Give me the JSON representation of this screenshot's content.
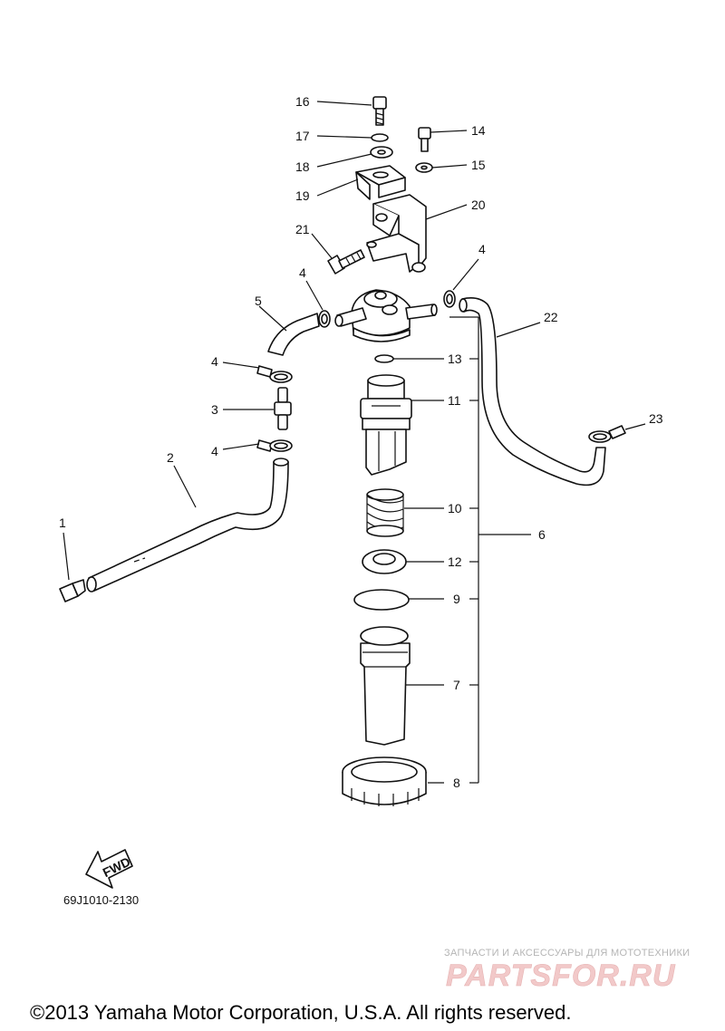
{
  "callouts": [
    "1",
    "2",
    "3",
    "4",
    "4",
    "4",
    "4",
    "5",
    "6",
    "7",
    "8",
    "9",
    "10",
    "11",
    "12",
    "13",
    "14",
    "15",
    "16",
    "17",
    "18",
    "19",
    "20",
    "21",
    "22",
    "23"
  ],
  "fwd_label": "FWD",
  "diagram_code": "69J1010-2130",
  "watermark": {
    "tagline": "ЗАПЧАСТИ И АКСЕССУАРЫ ДЛЯ МОТОТЕХНИКИ",
    "brand": "PARTSFOR.RU"
  },
  "copyright": "©2013 Yamaha Motor Corporation, U.S.A. All rights reserved."
}
